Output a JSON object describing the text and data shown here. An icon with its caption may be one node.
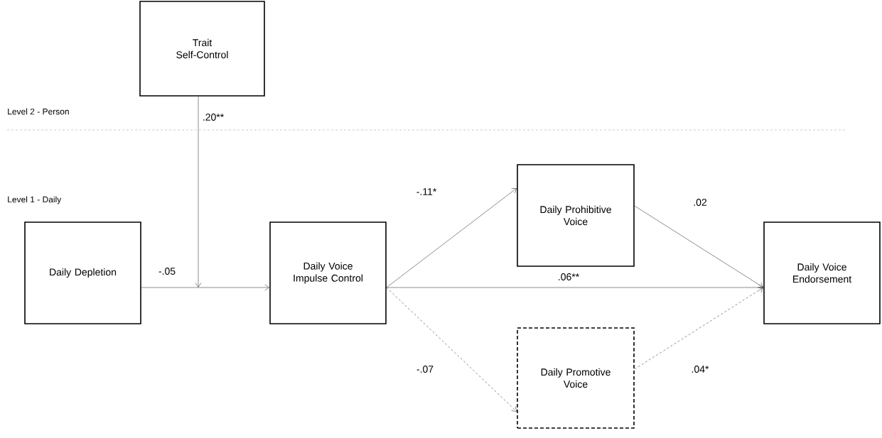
{
  "diagram": {
    "nodes": [
      {
        "text": [
          "Trait Self-Control"
        ]
      },
      {
        "text": [
          "Daily Depletion"
        ]
      },
      {
        "text": [
          "Daily Voice Impulse Control"
        ]
      },
      {
        "text": [
          "Daily Prohibitive Voice"
        ]
      },
      {
        "text": [
          "Daily Promotive Voice"
        ]
      },
      {
        "text": [
          "Daily Voice Endorsement"
        ]
      }
    ],
    "edges": [
      {
        "from": 0,
        "to": null,
        "arrow": "to",
        "label": ".20**"
      },
      {
        "from": 1,
        "to": 2,
        "arrow": "to",
        "label": "-.05"
      },
      {
        "from": 2,
        "to": 3,
        "arrow": "to",
        "label": "-.11*"
      },
      {
        "from": 2,
        "to": 5,
        "arrow": "to",
        "label": ".06**"
      },
      {
        "from": 2,
        "to": 4,
        "arrow": "to",
        "label": "-.07",
        "style": "dashed"
      },
      {
        "from": 3,
        "to": 5,
        "arrow": "to",
        "label": ".02"
      },
      {
        "from": 4,
        "to": 5,
        "arrow": "to",
        "label": ".04*",
        "style": "dashed"
      }
    ],
    "labels": [
      "Level 2 - Person",
      "Level 1 - Daily"
    ]
  }
}
